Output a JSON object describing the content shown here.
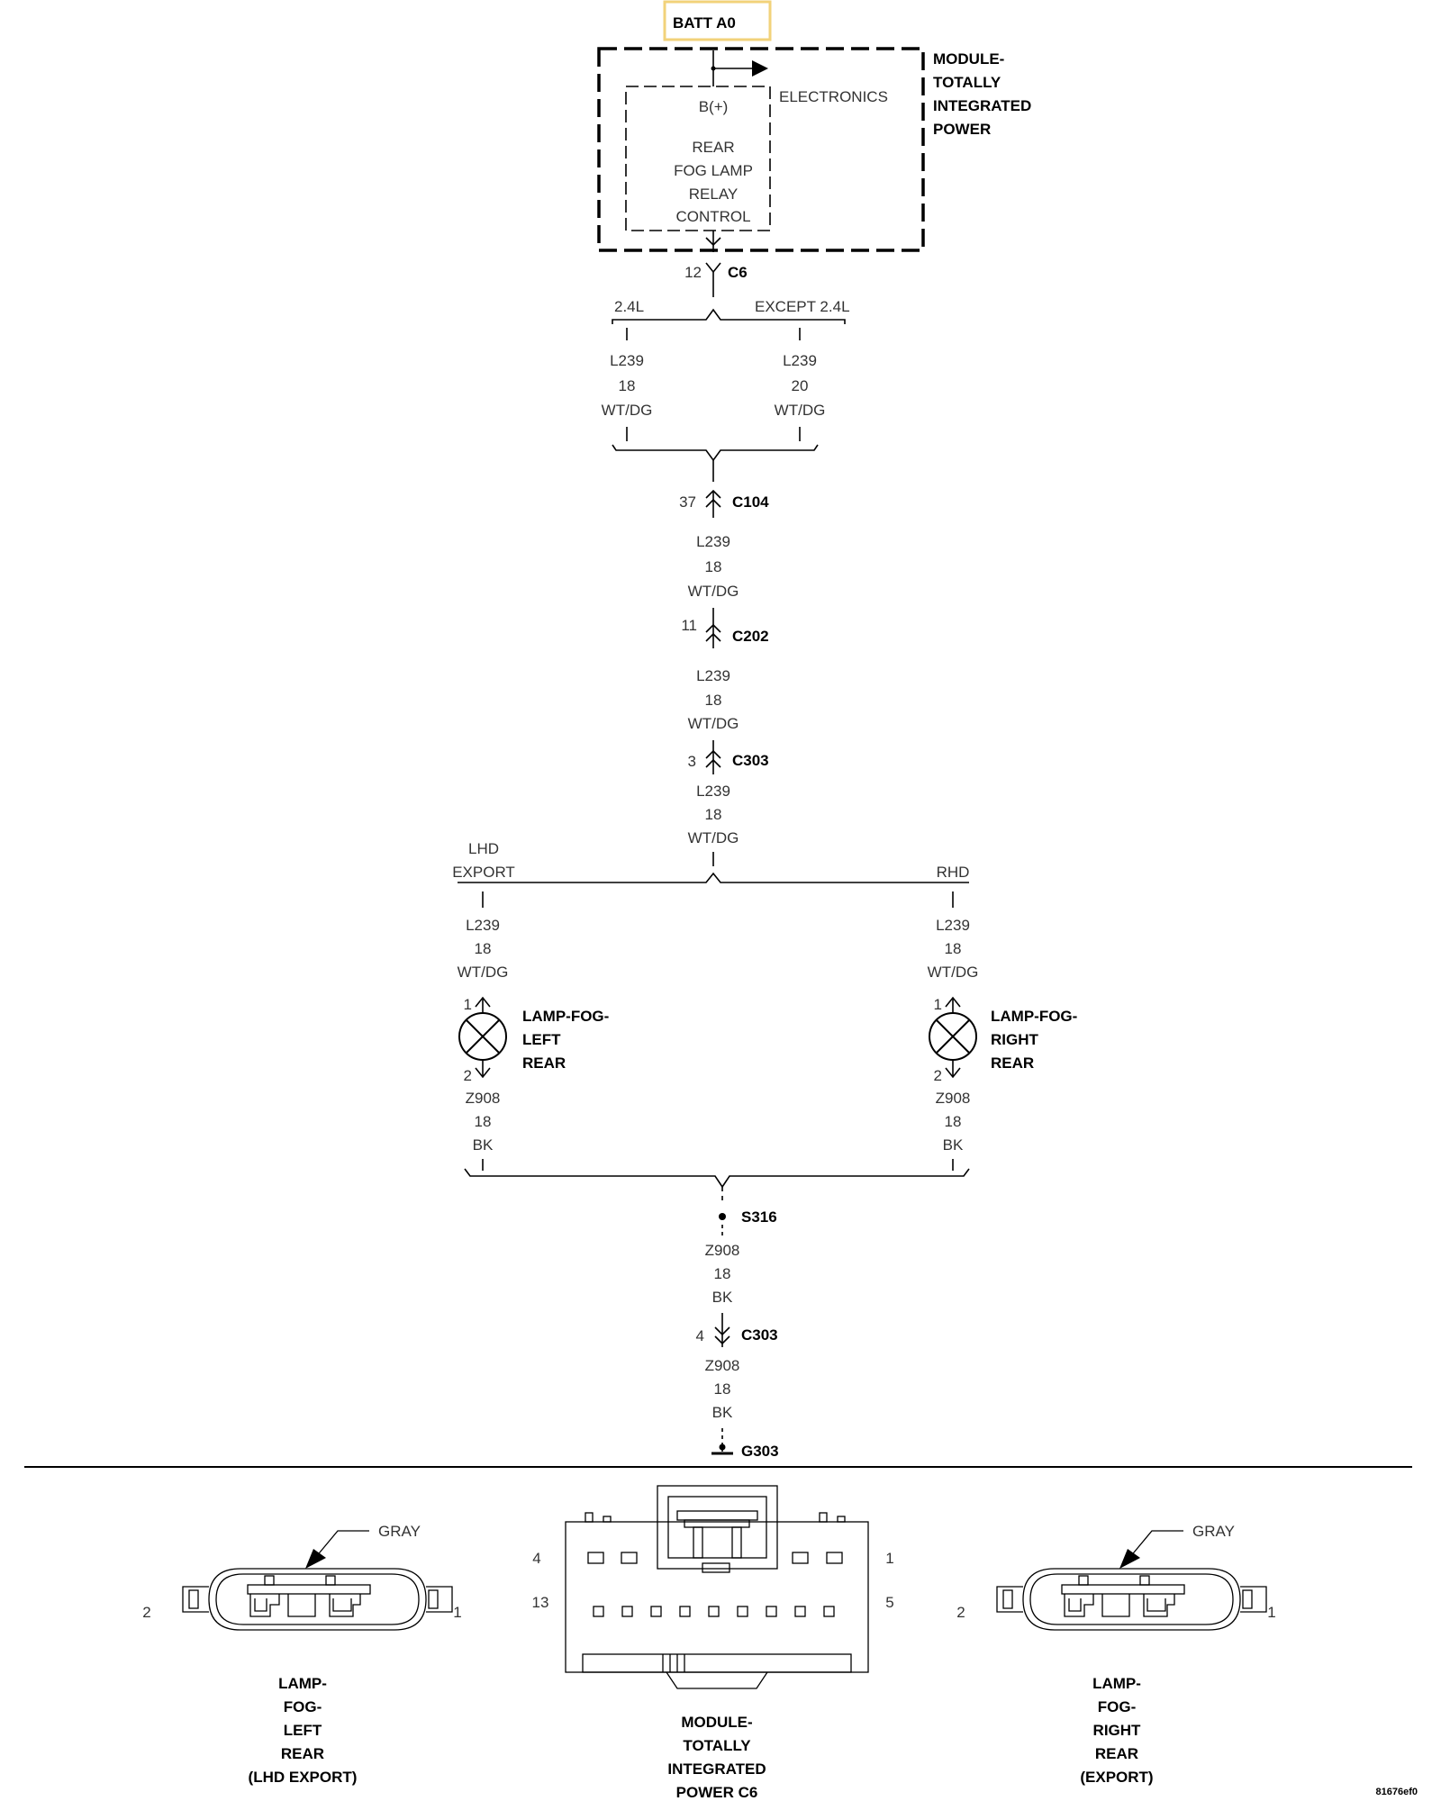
{
  "colors": {
    "highlight_box": "#f2d27a",
    "line": "#000000",
    "text": "#333333"
  },
  "batt": "BATT A0",
  "module": {
    "title_lines": [
      "MODULE-",
      "TOTALLY",
      "INTEGRATED",
      "POWER"
    ],
    "electronics": "ELECTRONICS",
    "bplus": "B(+)",
    "control_lines": [
      "REAR",
      "FOG LAMP",
      "RELAY",
      "CONTROL"
    ]
  },
  "c6": {
    "pin": "12",
    "name": "C6"
  },
  "branch_top": {
    "left_label": "2.4L",
    "right_label": "EXCEPT 2.4L",
    "left_wire": [
      "L239",
      "18",
      "WT/DG"
    ],
    "right_wire": [
      "L239",
      "20",
      "WT/DG"
    ]
  },
  "c104": {
    "pin": "37",
    "name": "C104"
  },
  "wire_a": [
    "L239",
    "18",
    "WT/DG"
  ],
  "c202": {
    "pin": "11",
    "name": "C202"
  },
  "wire_b": [
    "L239",
    "18",
    "WT/DG"
  ],
  "c303_top": {
    "pin": "3",
    "name": "C303"
  },
  "wire_c": [
    "L239",
    "18",
    "WT/DG"
  ],
  "branch_mid": {
    "left_label_lines": [
      "LHD",
      "EXPORT"
    ],
    "right_label": "RHD",
    "left_wire": [
      "L239",
      "18",
      "WT/DG"
    ],
    "right_wire": [
      "L239",
      "18",
      "WT/DG"
    ]
  },
  "lamp_left": {
    "pin_top": "1",
    "pin_bottom": "2",
    "label_lines": [
      "LAMP-FOG-",
      "LEFT",
      "REAR"
    ],
    "ground_wire": [
      "Z908",
      "18",
      "BK"
    ]
  },
  "lamp_right": {
    "pin_top": "1",
    "pin_bottom": "2",
    "label_lines": [
      "LAMP-FOG-",
      "RIGHT",
      "REAR"
    ],
    "ground_wire": [
      "Z908",
      "18",
      "BK"
    ]
  },
  "s316": "S316",
  "wire_d": [
    "Z908",
    "18",
    "BK"
  ],
  "c303_bottom": {
    "pin": "4",
    "name": "C303"
  },
  "wire_e": [
    "Z908",
    "18",
    "BK"
  ],
  "g303": "G303",
  "connectors": {
    "left": {
      "color_label": "GRAY",
      "pin_left": "2",
      "pin_right": "1",
      "label_lines": [
        "LAMP-",
        "FOG-",
        "LEFT",
        "REAR",
        "(LHD EXPORT)"
      ]
    },
    "center": {
      "pins_left": [
        "4",
        "13"
      ],
      "pins_right": [
        "1",
        "5"
      ],
      "label_lines": [
        "MODULE-",
        "TOTALLY",
        "INTEGRATED",
        "POWER C6"
      ]
    },
    "right": {
      "color_label": "GRAY",
      "pin_left": "2",
      "pin_right": "1",
      "label_lines": [
        "LAMP-",
        "FOG-",
        "RIGHT",
        "REAR",
        "(EXPORT)"
      ]
    }
  },
  "figure_id": "81676ef0"
}
